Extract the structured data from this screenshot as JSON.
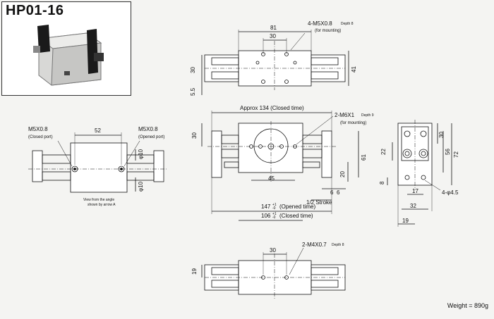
{
  "title": "HP01-16",
  "weight": "Weight = 890g",
  "top_view": {
    "dim_81": "81",
    "dim_30": "30",
    "dim_30_v": "30",
    "dim_41": "41",
    "dim_5_5": "5.5",
    "tap_note": "4-M5X0.8",
    "tap_depth": "Depth 8",
    "tap_sub": "(for mounting)"
  },
  "front_view": {
    "approx": "Approx 134 (Closed time)",
    "tap_note": "2-M6X1",
    "tap_depth": "Depth 9",
    "tap_sub": "(for mounting)",
    "dim_30_v": "30",
    "dim_61": "61",
    "dim_45": "45",
    "dim_20": "20",
    "dim_6a": "6",
    "dim_6b": "6",
    "half_stroke": "1/2 Stroke",
    "opened": "147",
    "opened_tol": "+1\n-0",
    "opened_label": "(Opened time)",
    "closed": "106",
    "closed_tol": "+1\n-0",
    "closed_label": "(Closed time)"
  },
  "port_view": {
    "left_port": "M5X0.8",
    "left_label": "(Closed port)",
    "right_port": "M5X0.8",
    "right_label": "(Opened port)",
    "dim_52": "52",
    "dia_10_top": "φ10",
    "dia_10_bot": "φ10",
    "note_line1": "View from the angle",
    "note_line2": "shown by arrow A"
  },
  "side_view": {
    "dim_22": "22",
    "dim_30": "30",
    "dim_56": "56",
    "dim_72": "72",
    "dim_8": "8",
    "dim_17": "17",
    "dim_32": "32",
    "dim_19": "19",
    "hole_note": "4-φ4.5"
  },
  "bottom_view": {
    "dim_30": "30",
    "dim_19": "19",
    "tap_note": "2-M4X0.7",
    "tap_depth": "Depth 8"
  }
}
